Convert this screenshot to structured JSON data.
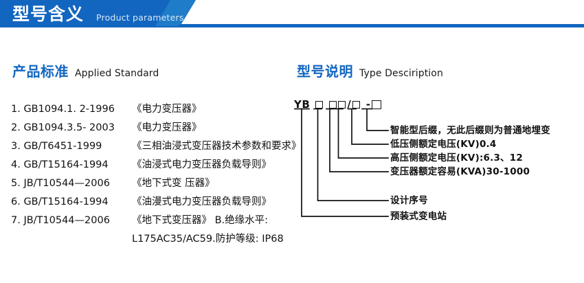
{
  "header": {
    "title_cn": "型号含义",
    "title_en": "Product parameters",
    "bar_color": "#1266c0",
    "bar_color_light": "#1f7cc8",
    "text_color": "#ffffff"
  },
  "sections": {
    "standard": {
      "title_cn": "产品标准",
      "title_en": "Applied Standard",
      "accent": "#1266c0"
    },
    "type": {
      "title_cn": "型号说明",
      "title_en": "Type Desciription",
      "accent": "#1266c0"
    }
  },
  "standards": [
    {
      "num": "1. GB1094.1. 2-1996",
      "name": "《电力变压器》"
    },
    {
      "num": "2. GB1094.3.5- 2003",
      "name": "《电力变压器》"
    },
    {
      "num": "3. GB/T6451-1999",
      "name": "《三相油浸式变压器技术参数和要求》"
    },
    {
      "num": "4. GB/T15164-1994",
      "name": "《油浸式电力变压器负载导则》"
    },
    {
      "num": "5. JB/T10544—2006",
      "name": "《地下式变 压器》"
    },
    {
      "num": "6. GB/T15164-1994",
      "name": "《油漫式电力变压器负载导则》"
    },
    {
      "num": "7. JB/T10544—2006",
      "name": "《地下式变压器》 B.绝缘水平:"
    }
  ],
  "standards_continuation": "L175AC35/AC59.防护等级: IP68",
  "type_code": {
    "prefix": "YB",
    "separator": "/",
    "dash": "-",
    "box_glyph": "□"
  },
  "callouts": [
    {
      "id": "smart-suffix",
      "text": "智能型后缀，无此后缀则为普通地埋变"
    },
    {
      "id": "lv-rated-voltage",
      "text": "低压侧额定电压(KV)0.4"
    },
    {
      "id": "hv-rated-voltage",
      "text": "高压侧额定电压(KV):6.3、12"
    },
    {
      "id": "rated-capacity",
      "text": "变压器额定容易(KVA)30-1000"
    },
    {
      "id": "design-serial",
      "text": "设计序号"
    },
    {
      "id": "prefab-substation",
      "text": "预装式变电站"
    }
  ]
}
